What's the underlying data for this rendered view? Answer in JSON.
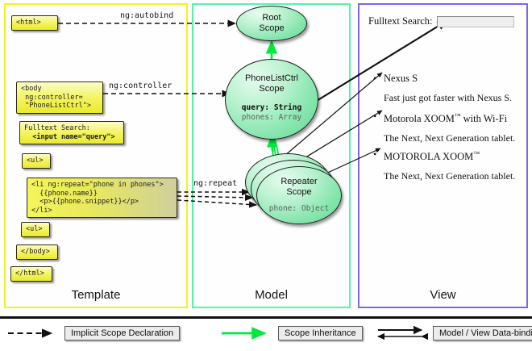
{
  "diagram": {
    "columns": [
      {
        "key": "template",
        "label": "Template",
        "border_color": "#f2f21e"
      },
      {
        "key": "model",
        "label": "Model",
        "border_color": "#52f5a8"
      },
      {
        "key": "view",
        "label": "View",
        "border_color": "#7b68ee"
      }
    ]
  },
  "template": {
    "boxes": [
      {
        "name": "html-open-tag",
        "text": "<html>"
      },
      {
        "name": "body-controller",
        "text": "<body\n ng:controller=\n \"PhoneListCtrl\">"
      },
      {
        "name": "fulltext-search",
        "text_plain": "Fulltext Search:",
        "text_bold": "  <input name=\"query\">"
      },
      {
        "name": "ul-open-tag",
        "text": "<ul>"
      },
      {
        "name": "li-ng-repeat",
        "text": "<li ng:repeat=\"phone in phones\">\n  {{phone.name}}\n  <p>{{phone.snippet}}</p>\n</li>"
      },
      {
        "name": "ul-close-tag",
        "text": "<ul>"
      },
      {
        "name": "body-close-tag",
        "text": "</body>"
      },
      {
        "name": "html-close-tag",
        "text": "</html>"
      }
    ]
  },
  "model": {
    "scopes": [
      {
        "name": "root-scope",
        "line1": "Root",
        "line2": "Scope"
      },
      {
        "name": "phonelistctrl-scope",
        "line1": "PhoneListCtrl",
        "line2": "Scope",
        "props": [
          {
            "key": "query:",
            "value": "String",
            "bold": true
          },
          {
            "key": "phones:",
            "value": "Array",
            "bold": false
          }
        ]
      },
      {
        "name": "repeater-scope",
        "line1": "Repeater",
        "line2": "Scope",
        "props": [
          {
            "key": "phone:",
            "value": "Object",
            "bold": false
          }
        ],
        "stack_count": 3
      }
    ]
  },
  "view": {
    "search": {
      "label": "Fulltext Search:",
      "value": "",
      "placeholder": ""
    },
    "phones": [
      {
        "name": "Nexus S",
        "trademark": false,
        "snippet": "Fast just got faster with Nexus S."
      },
      {
        "name": "Motorola XOOM",
        "trademark": true,
        "name_suffix": " with Wi-Fi",
        "snippet": "The Next, Next Generation tablet."
      },
      {
        "name": "MOTOROLA XOOM",
        "trademark": true,
        "name_suffix": "",
        "snippet": "The Next, Next Generation tablet."
      }
    ]
  },
  "edge_labels": [
    {
      "name": "ng-autobind-label",
      "text": "ng:autobind"
    },
    {
      "name": "ng-controller-label",
      "text": "ng:controller"
    },
    {
      "name": "ng-repeat-label",
      "text": "ng:repeat"
    }
  ],
  "legend": {
    "items": [
      {
        "name": "implicit-scope-declaration",
        "label": "Implicit Scope Declaration",
        "style": "dashed-arrow",
        "color": "#111111"
      },
      {
        "name": "scope-inheritance",
        "label": "Scope Inheritance",
        "style": "solid-arrow",
        "color": "#00e83c"
      },
      {
        "name": "model-view-data-binding",
        "label": "Model / View Data-binding",
        "style": "double-arrow",
        "color": "#111111"
      }
    ]
  },
  "colors": {
    "template_border": "#f2f21e",
    "model_border": "#52f5a8",
    "view_border": "#7b68ee",
    "box_yellow": "#eaea2a",
    "scope_green": "#86e6ae",
    "inheritance_green": "#00e83c"
  }
}
